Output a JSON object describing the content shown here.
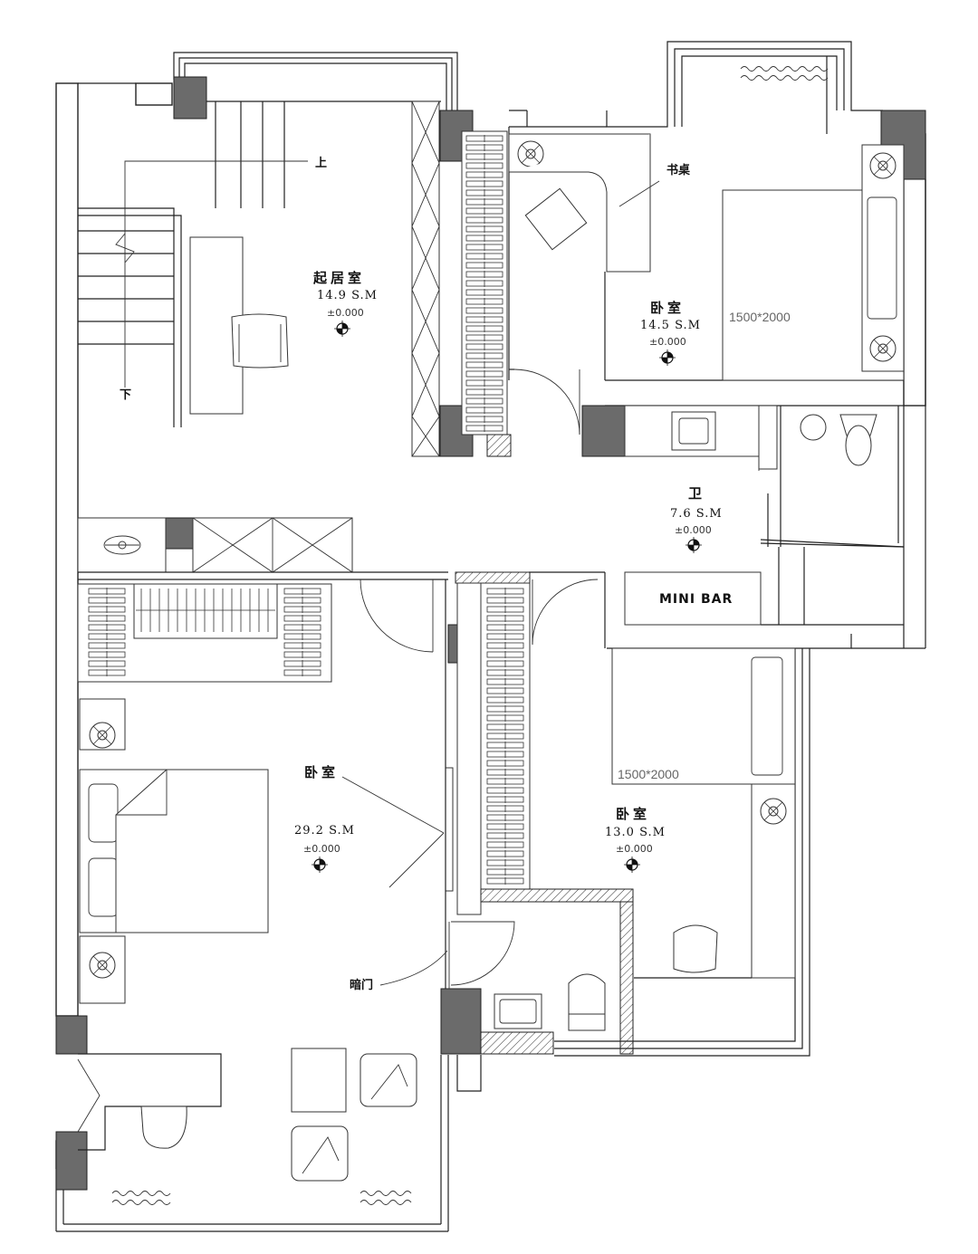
{
  "rooms": {
    "living": {
      "name": "起居室",
      "area": "14.9 S.M",
      "level": "±0.000"
    },
    "bedroom_ne": {
      "name": "卧室",
      "area": "14.5 S.M",
      "level": "±0.000"
    },
    "bath": {
      "name": "卫",
      "area": "7.6 S.M",
      "level": "±0.000"
    },
    "bedroom_master": {
      "name": "卧室",
      "area": "29.2 S.M",
      "level": "±0.000"
    },
    "bedroom_se": {
      "name": "卧室",
      "area": "13.0 S.M",
      "level": "±0.000"
    }
  },
  "annotations": {
    "stair_up": "上",
    "stair_down": "下",
    "desk": "书桌",
    "hidden_door": "暗门",
    "mini_bar": "MINI BAR",
    "bed_size_ne": "1500*2000",
    "bed_size_se": "1500*2000"
  },
  "colors": {
    "column": "#6b6b6b",
    "wall_line": "#222222",
    "background": "#ffffff"
  }
}
